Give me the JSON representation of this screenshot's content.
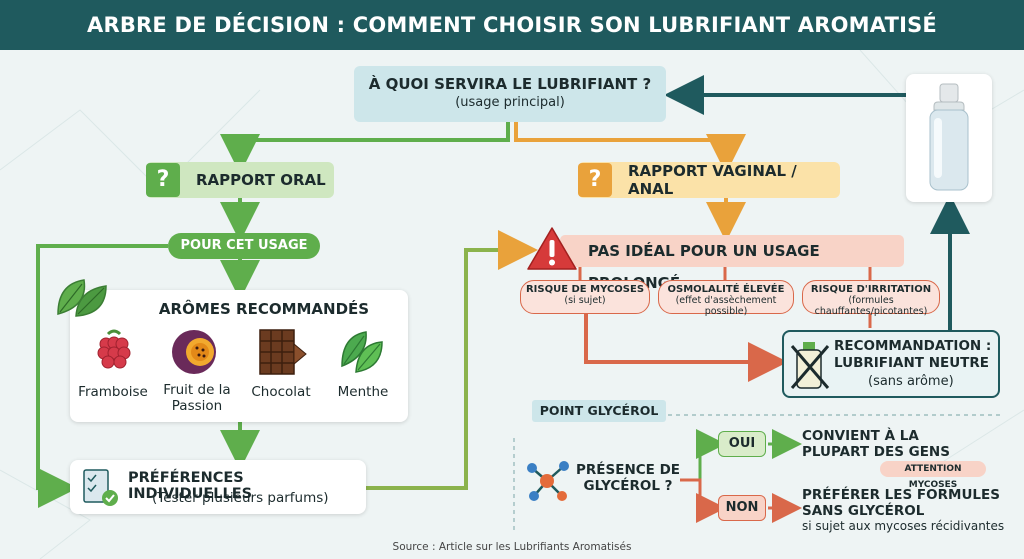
{
  "header": {
    "title": "ARBRE DE DÉCISION : COMMENT CHOISIR SON LUBRIFIANT AROMATISÉ"
  },
  "root": {
    "title": "À QUOI SERVIRA LE LUBRIFIANT ?",
    "subtitle": "(usage principal)"
  },
  "branch_oral": {
    "icon": "?",
    "label": "RAPPORT ORAL",
    "usage_pill": "POUR CET USAGE",
    "aromes_title": "ARÔMES RECOMMANDÉS",
    "aromes": [
      {
        "label": "Framboise",
        "icon": "raspberry-icon"
      },
      {
        "label": "Fruit de la Passion",
        "icon": "passion-fruit-icon"
      },
      {
        "label": "Chocolat",
        "icon": "chocolate-icon"
      },
      {
        "label": "Menthe",
        "icon": "mint-leaf-icon"
      }
    ],
    "preferences": {
      "title": "PRÉFÉRENCES INDIVIDUELLES",
      "subtitle": "(Tester plusieurs parfums)"
    }
  },
  "branch_vaginal": {
    "icon": "?",
    "label": "RAPPORT VAGINAL / ANAL",
    "warning": "PAS IDÉAL POUR UN USAGE PROLONGÉ",
    "risks": [
      {
        "title": "RISQUE DE MYCOSES",
        "detail": "(si sujet)"
      },
      {
        "title": "OSMOLALITÉ ÉLEVÉE",
        "detail": "(effet d'assèchement possible)"
      },
      {
        "title": "RISQUE D'IRRITATION",
        "detail": "(formules chauffantes/picotantes)"
      }
    ],
    "recommendation": {
      "title_line1": "RECOMMANDATION :",
      "title_line2": "LUBRIFIANT NEUTRE",
      "subtitle": "(sans arôme)"
    }
  },
  "glycerol": {
    "tag": "POINT GLYCÉROL",
    "question_line1": "PRÉSENCE DE",
    "question_line2": "GLYCÉROL ?",
    "yes": {
      "label": "OUI",
      "line1": "CONVIENT À LA",
      "line2": "PLUPART DES GENS",
      "badge": "ATTENTION MYCOSES"
    },
    "no": {
      "label": "NON",
      "line1": "PRÉFÉRER LES FORMULES",
      "line2": "SANS GLYCÉROL",
      "detail": "si sujet aux mycoses récidivantes"
    }
  },
  "source": "Source : Article sur les Lubrifiants Aromatisés",
  "colors": {
    "teal": "#1f5a5e",
    "green": "#5fae4c",
    "orange": "#e9a23b",
    "red": "#d9684a"
  }
}
